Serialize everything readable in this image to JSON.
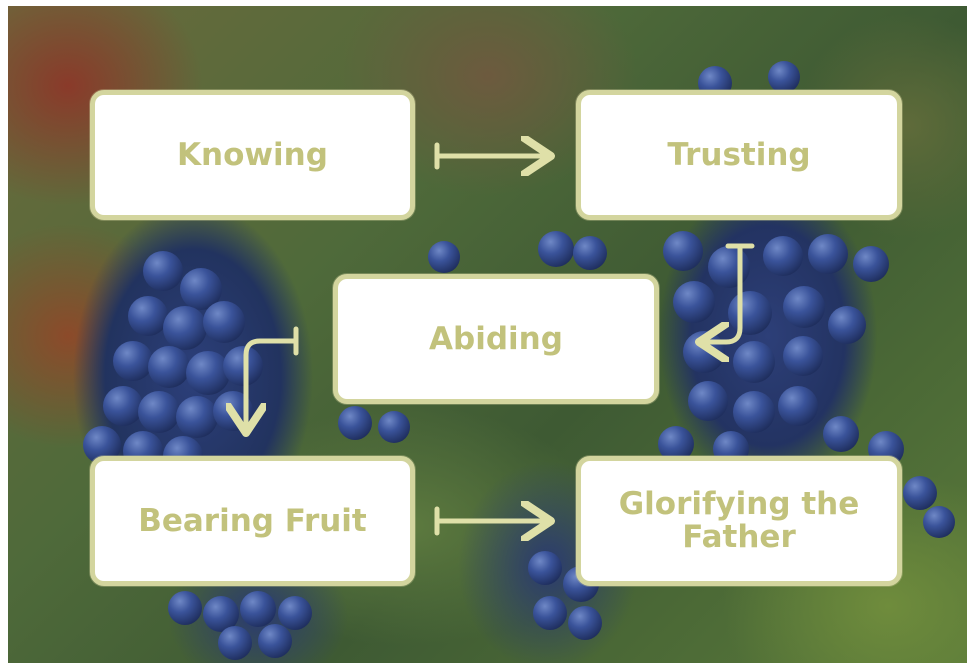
{
  "diagram": {
    "nodes": [
      {
        "id": "knowing",
        "label": "Knowing"
      },
      {
        "id": "trusting",
        "label": "Trusting"
      },
      {
        "id": "abiding",
        "label": "Abiding"
      },
      {
        "id": "bearing_fruit",
        "label": "Bearing Fruit"
      },
      {
        "id": "glorifying",
        "label": "Glorifying the Father"
      }
    ],
    "edges": [
      {
        "from": "knowing",
        "to": "trusting"
      },
      {
        "from": "trusting",
        "to": "abiding"
      },
      {
        "from": "abiding",
        "to": "bearing_fruit"
      },
      {
        "from": "bearing_fruit",
        "to": "glorifying"
      }
    ],
    "colors": {
      "box_border": "#d3d59e",
      "text": "#c2c27c",
      "arrow": "#dfe0a8",
      "box_fill": "#ffffff"
    },
    "background": "photo of grape clusters on a vine"
  }
}
